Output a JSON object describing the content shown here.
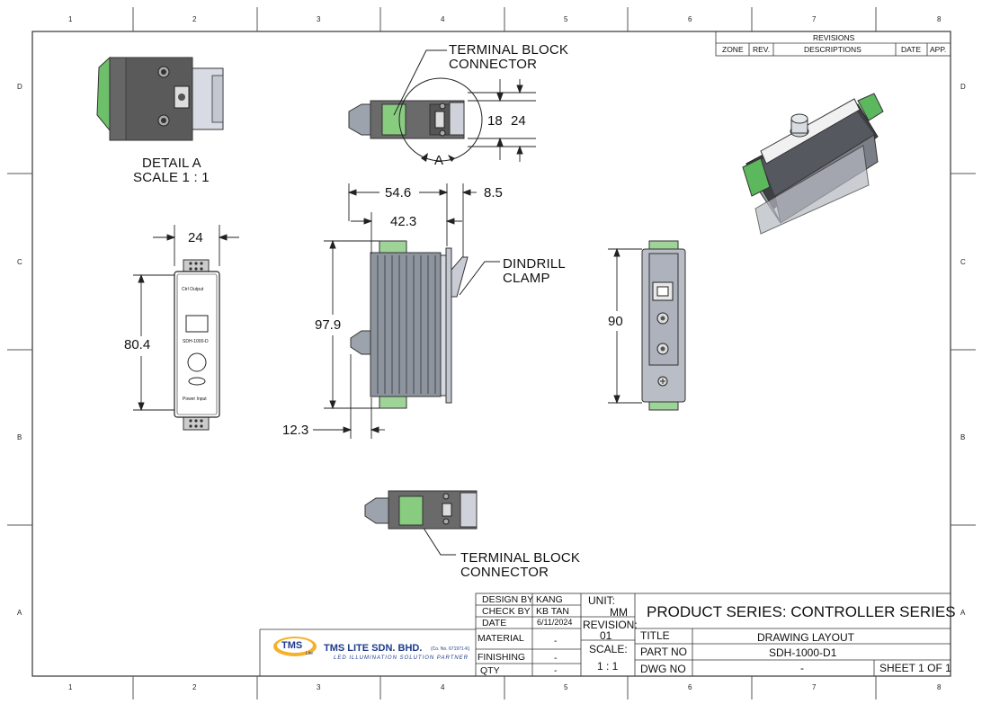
{
  "zones": {
    "columns": [
      "1",
      "2",
      "3",
      "4",
      "5",
      "6",
      "7",
      "8"
    ],
    "rows": [
      "D",
      "C",
      "B",
      "A"
    ]
  },
  "revisions": {
    "title": "REVISIONS",
    "headers": [
      "ZONE",
      "REV.",
      "DESCRIPTIONS",
      "DATE",
      "APP."
    ]
  },
  "views": {
    "detail_title": "DETAIL A",
    "detail_scale": "SCALE 1 : 1",
    "callout_top": [
      "TERMINAL BLOCK",
      "CONNECTOR"
    ],
    "callout_bottom": [
      "TERMINAL BLOCK",
      "CONNECTOR"
    ],
    "callout_clamp": [
      "DINDRILL",
      "CLAMP"
    ],
    "detail_marker": "A",
    "front_panel_text": [
      "Ctrl Output",
      "SDH-1000-D",
      "Power Input"
    ]
  },
  "dimensions": {
    "d18": "18",
    "d24_side": "24",
    "d24_width": "24",
    "d80_4": "80.4",
    "d54_6": "54.6",
    "d8_5": "8.5",
    "d42_3": "42.3",
    "d97_9": "97.9",
    "d12_3": "12.3",
    "d90": "90"
  },
  "title_block": {
    "company": "TMS LITE SDN. BHD.",
    "company_reg": "(Co. No. 671971-K)",
    "tagline": "LED ILLUMINATION SOLUTION PARTNER",
    "logo_text": "TMS",
    "logo_sub": "Lite",
    "design_by_label": "DESIGN BY",
    "design_by": "KANG",
    "check_by_label": "CHECK BY",
    "check_by": "KB TAN",
    "date_label": "DATE",
    "date": "6/11/2024",
    "material_label": "MATERIAL",
    "material": "-",
    "finishing_label": "FINISHING",
    "finishing": "-",
    "qty_label": "QTY",
    "qty": "-",
    "unit_label": "UNIT:",
    "unit": "MM",
    "revision_label": "REVISION:",
    "revision": "01",
    "scale_label": "SCALE:",
    "scale": "1 : 1",
    "product_series": "PRODUCT SERIES:  CONTROLLER SERIES",
    "title_label": "TITLE",
    "title": "DRAWING LAYOUT",
    "part_no_label": "PART NO",
    "part_no": "SDH-1000-D1",
    "dwg_no_label": "DWG NO",
    "dwg_no": "-",
    "sheet": "SHEET 1 OF 1"
  }
}
